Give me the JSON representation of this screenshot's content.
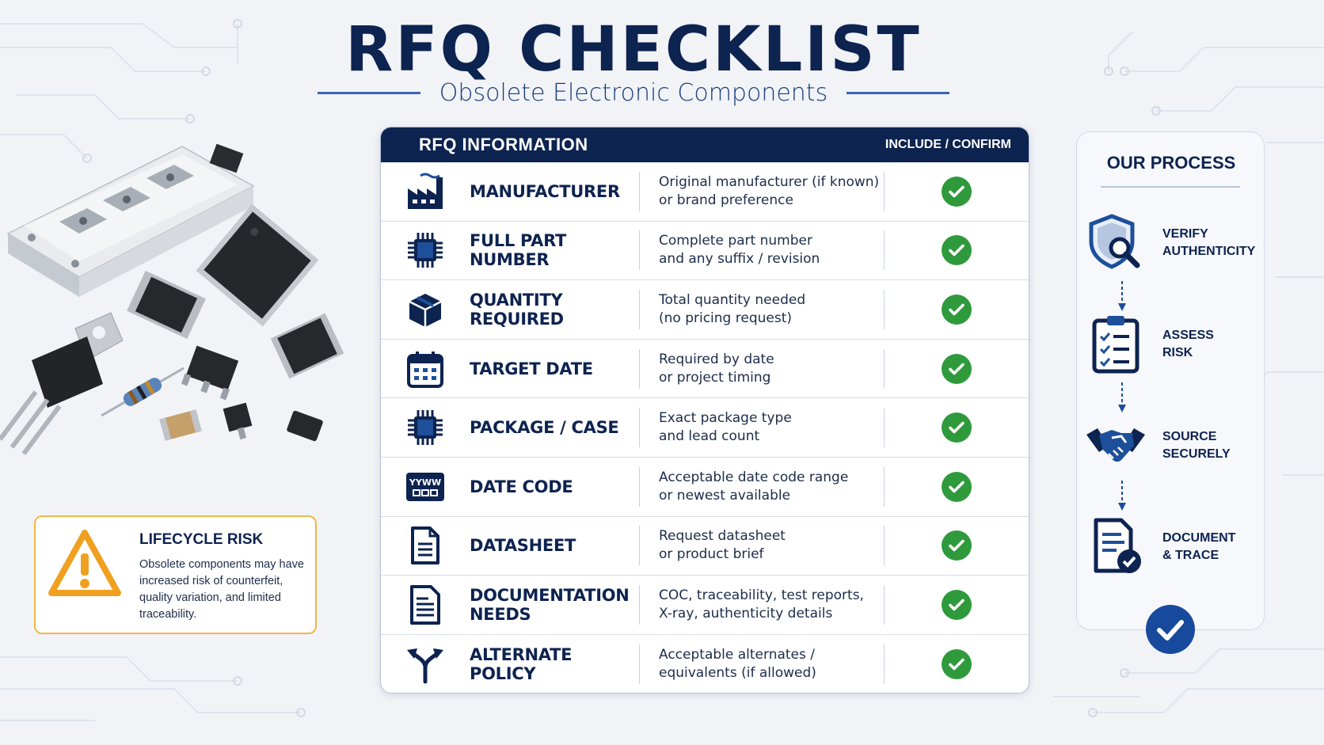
{
  "header": {
    "title": "RFQ CHECKLIST",
    "subtitle": "Obsolete Electronic Components"
  },
  "table": {
    "head_left": "RFQ INFORMATION",
    "head_right": "INCLUDE / CONFIRM",
    "rows": [
      {
        "label": "MANUFACTURER",
        "desc1": "Original manufacturer (if known)",
        "desc2": "or brand preference",
        "icon": "factory-icon"
      },
      {
        "label": "FULL PART NUMBER",
        "desc1": "Complete part number",
        "desc2": "and any suffix / revision",
        "icon": "chip-icon"
      },
      {
        "label": "QUANTITY REQUIRED",
        "desc1": "Total quantity needed",
        "desc2": "(no pricing request)",
        "icon": "box-icon"
      },
      {
        "label": "TARGET DATE",
        "desc1": "Required by date",
        "desc2": "or project timing",
        "icon": "calendar-icon"
      },
      {
        "label": "PACKAGE / CASE",
        "desc1": "Exact package type",
        "desc2": "and lead count",
        "icon": "chip-icon"
      },
      {
        "label": "DATE CODE",
        "desc1": "Acceptable date code range",
        "desc2": "or newest available",
        "icon": "date-code-icon",
        "icon_text": "YYWW"
      },
      {
        "label": "DATASHEET",
        "desc1": "Request datasheet",
        "desc2": "or product brief",
        "icon": "document-icon"
      },
      {
        "label": "DOCUMENTATION NEEDS",
        "desc1": "COC, traceability, test reports,",
        "desc2": "X-ray, authenticity details",
        "icon": "document-lines-icon"
      },
      {
        "label": "ALTERNATE POLICY",
        "desc1": "Acceptable alternates /",
        "desc2": "equivalents (if allowed)",
        "icon": "split-arrow-icon"
      }
    ]
  },
  "risk": {
    "title": "LIFECYCLE RISK",
    "body": "Obsolete components may have increased risk of counterfeit, quality variation, and limited traceability."
  },
  "process": {
    "title": "OUR PROCESS",
    "steps": [
      {
        "line1": "VERIFY",
        "line2": "AUTHENTICITY",
        "icon": "shield-search-icon"
      },
      {
        "line1": "ASSESS",
        "line2": "RISK",
        "icon": "clipboard-checklist-icon"
      },
      {
        "line1": "SOURCE",
        "line2": "SECURELY",
        "icon": "handshake-icon"
      },
      {
        "line1": "DOCUMENT",
        "line2": "& TRACE",
        "icon": "document-check-icon"
      }
    ]
  },
  "colors": {
    "navy": "#0d2350",
    "check_green": "#2f9a3c",
    "warning_orange": "#f0a020",
    "accent_blue": "#3a66b0"
  }
}
